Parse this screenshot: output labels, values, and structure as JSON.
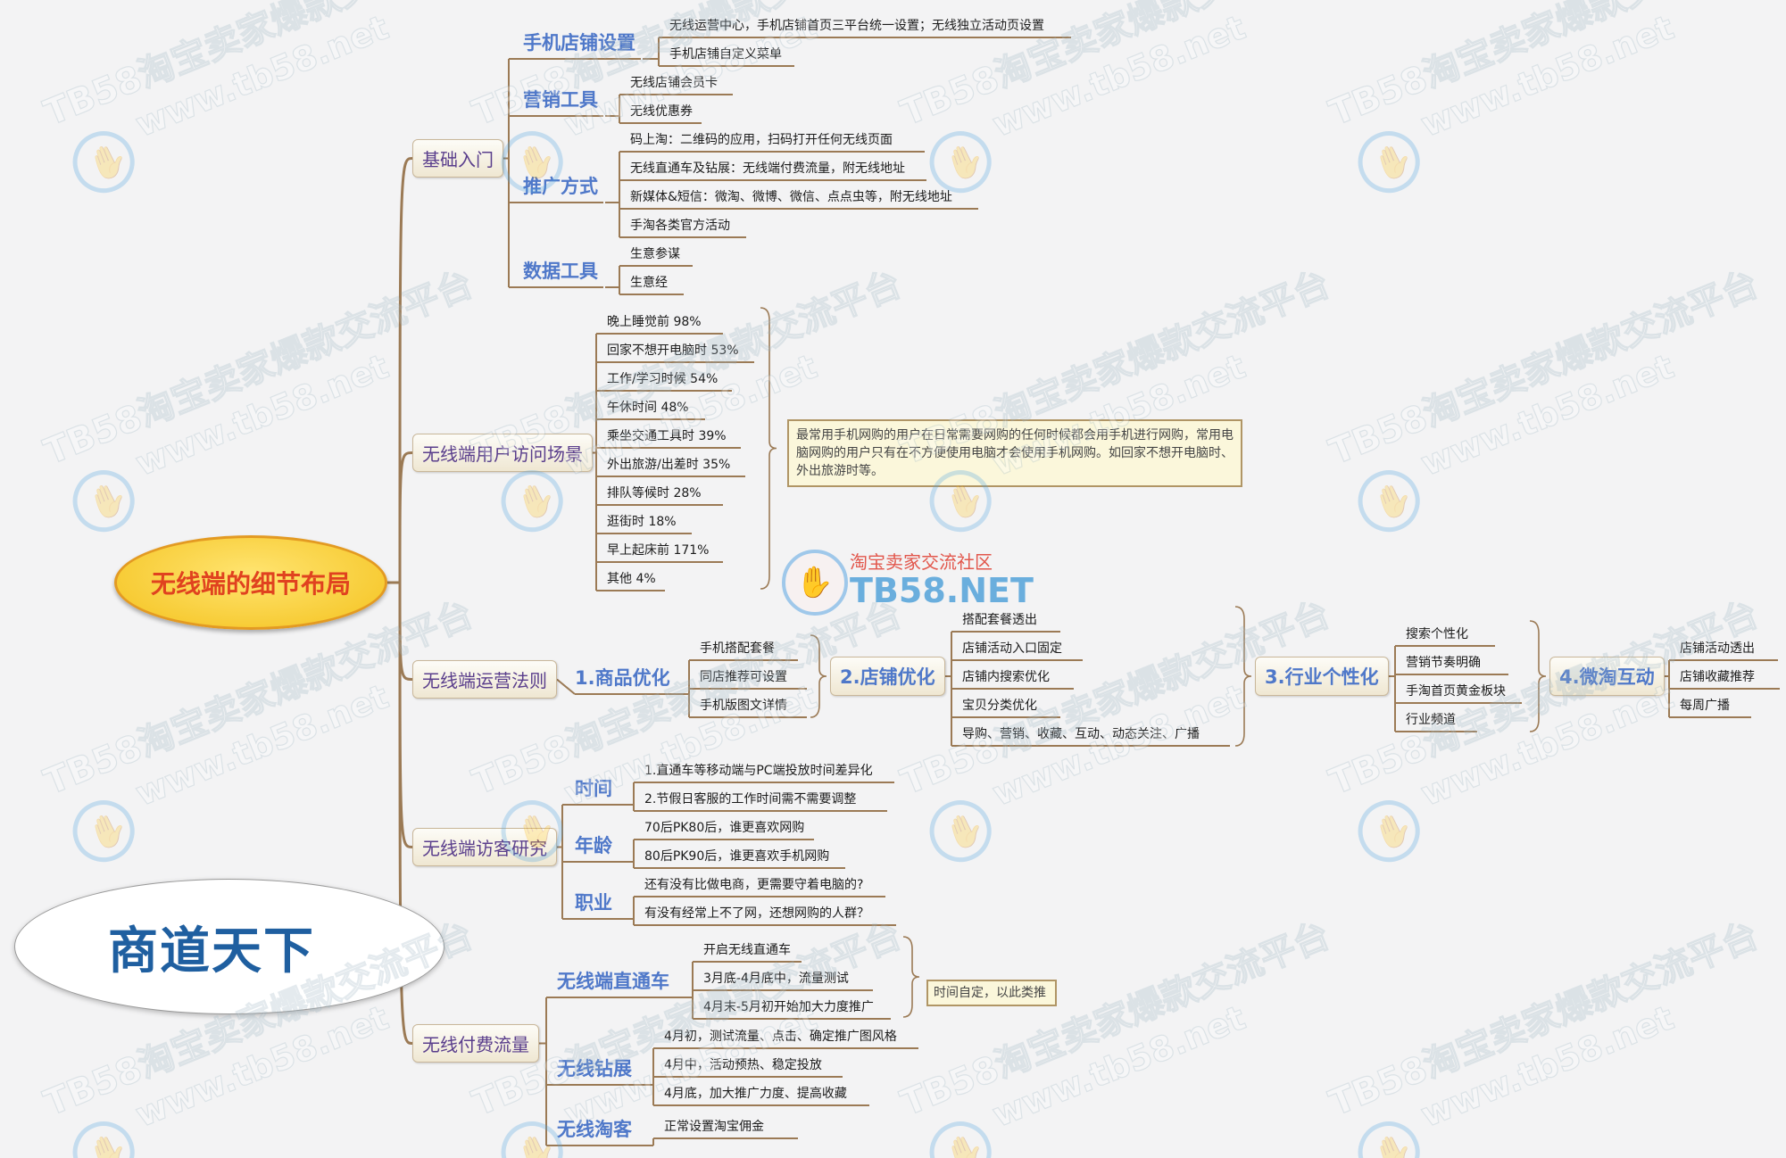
{
  "central_topic": "无线端的细节布局",
  "brand_text": "商道天下",
  "logo": {
    "line1": "淘宝卖家交流社区",
    "line2": "TB58.NET"
  },
  "branches": {
    "basics": {
      "label": "基础入门",
      "mobile_store": {
        "label": "手机店铺设置",
        "items": [
          "无线运营中心，手机店铺首页三平台统一设置；无线独立活动页设置",
          "手机店铺自定义菜单"
        ]
      },
      "marketing": {
        "label": "营销工具",
        "items": [
          "无线店铺会员卡",
          "无线优惠券"
        ]
      },
      "promotion": {
        "label": "推广方式",
        "items": [
          "码上淘：二维码的应用，扫码打开任何无线页面",
          "无线直通车及钻展：无线端付费流量，附无线地址",
          "新媒体&短信：微淘、微博、微信、点点虫等，附无线地址",
          "手淘各类官方活动"
        ]
      },
      "data_tools": {
        "label": "数据工具",
        "items": [
          "生意参谋",
          "生意经"
        ]
      }
    },
    "scenarios": {
      "label": "无线端用户访问场景",
      "items": [
        "晚上睡觉前 98%",
        "回家不想开电脑时 53%",
        "工作/学习时候 54%",
        "午休时间 48%",
        "乘坐交通工具时 39%",
        "外出旅游/出差时 35%",
        "排队等候时 28%",
        "逛街时  18%",
        "早上起床前 171%",
        "其他 4%"
      ],
      "note": "最常用手机网购的用户在日常需要网购的任何时候都会用手机进行网购，常用电脑网购的用户只有在不方便使用电脑才会使用手机网购。如回家不想开电脑时、外出旅游时等。"
    },
    "operations": {
      "label": "无线端运营法则",
      "product": {
        "label": "1.商品优化",
        "items": [
          "手机搭配套餐",
          "同店推荐可设置",
          "手机版图文详情"
        ]
      },
      "store": {
        "label": "2.店铺优化",
        "items": [
          "搭配套餐透出",
          "店铺活动入口固定",
          "店铺内搜索优化",
          "宝贝分类优化",
          "导购、营销、收藏、互动、动态关注、广播"
        ]
      },
      "industry": {
        "label": "3.行业个性化",
        "items": [
          "搜索个性化",
          "营销节奏明确",
          "手淘首页黄金板块",
          "行业频道"
        ]
      },
      "weitao": {
        "label": "4.微淘互动",
        "items": [
          "店铺活动透出",
          "店铺收藏推荐",
          "每周广播"
        ]
      }
    },
    "visitors": {
      "label": "无线端访客研究",
      "time": {
        "label": "时间",
        "items": [
          "1.直通车等移动端与PC端投放时间差异化",
          "2.节假日客服的工作时间需不需要调整"
        ]
      },
      "age": {
        "label": "年龄",
        "items": [
          "70后PK80后，谁更喜欢网购",
          "80后PK90后，谁更喜欢手机网购"
        ]
      },
      "job": {
        "label": "职业",
        "items": [
          "还有没有比做电商，更需要守着电脑的?",
          "有没有经常上不了网，还想网购的人群？"
        ]
      }
    },
    "paid": {
      "label": "无线付费流量",
      "ztc": {
        "label": "无线端直通车",
        "items": [
          "开启无线直通车",
          "3月底-4月底中，流量测试",
          "4月末-5月初开始加大力度推广"
        ],
        "note": "时间自定，以此类推"
      },
      "zuanzhan": {
        "label": "无线钻展",
        "items": [
          "4月初，测试流量、点击、确定推广图风格",
          "4月中，活动预热、稳定投放",
          "4月底，加大推广力度、提高收藏"
        ]
      },
      "taoke": {
        "label": "无线淘客",
        "items": [
          "正常设置淘宝佣金"
        ]
      }
    }
  },
  "watermark": {
    "line1": "TB58淘宝卖家爆款交流平台",
    "line2": "www.tb58.net"
  },
  "colors": {
    "connector": "#9b7a55",
    "level1_text": "#5a3e8c",
    "level2_text": "#4f78c9",
    "central_fill": "#f4c21e",
    "central_text": "#e0421f",
    "note_fill": "#fbf7db"
  }
}
